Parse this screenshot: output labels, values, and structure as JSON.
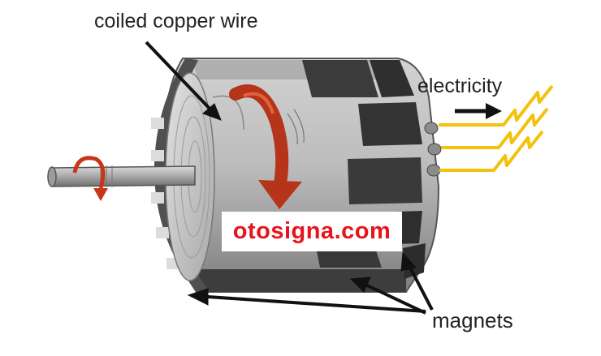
{
  "labels": {
    "coiled_copper_wire": "coiled copper wire",
    "electricity": "electricity",
    "magnets": "magnets"
  },
  "watermark": "otosigna.com",
  "colors": {
    "rotation_arrow": "#c8361a",
    "electricity_lines": "#f2c20e",
    "watermark_text": "#e8141c",
    "body_light": "#b9b9b9",
    "magnet_dark": "#3a3a3a"
  },
  "icons": {
    "rotation": "curved-arrow-icon",
    "output": "arrow-right-icon",
    "electricity": "lightning-wire-icon"
  }
}
